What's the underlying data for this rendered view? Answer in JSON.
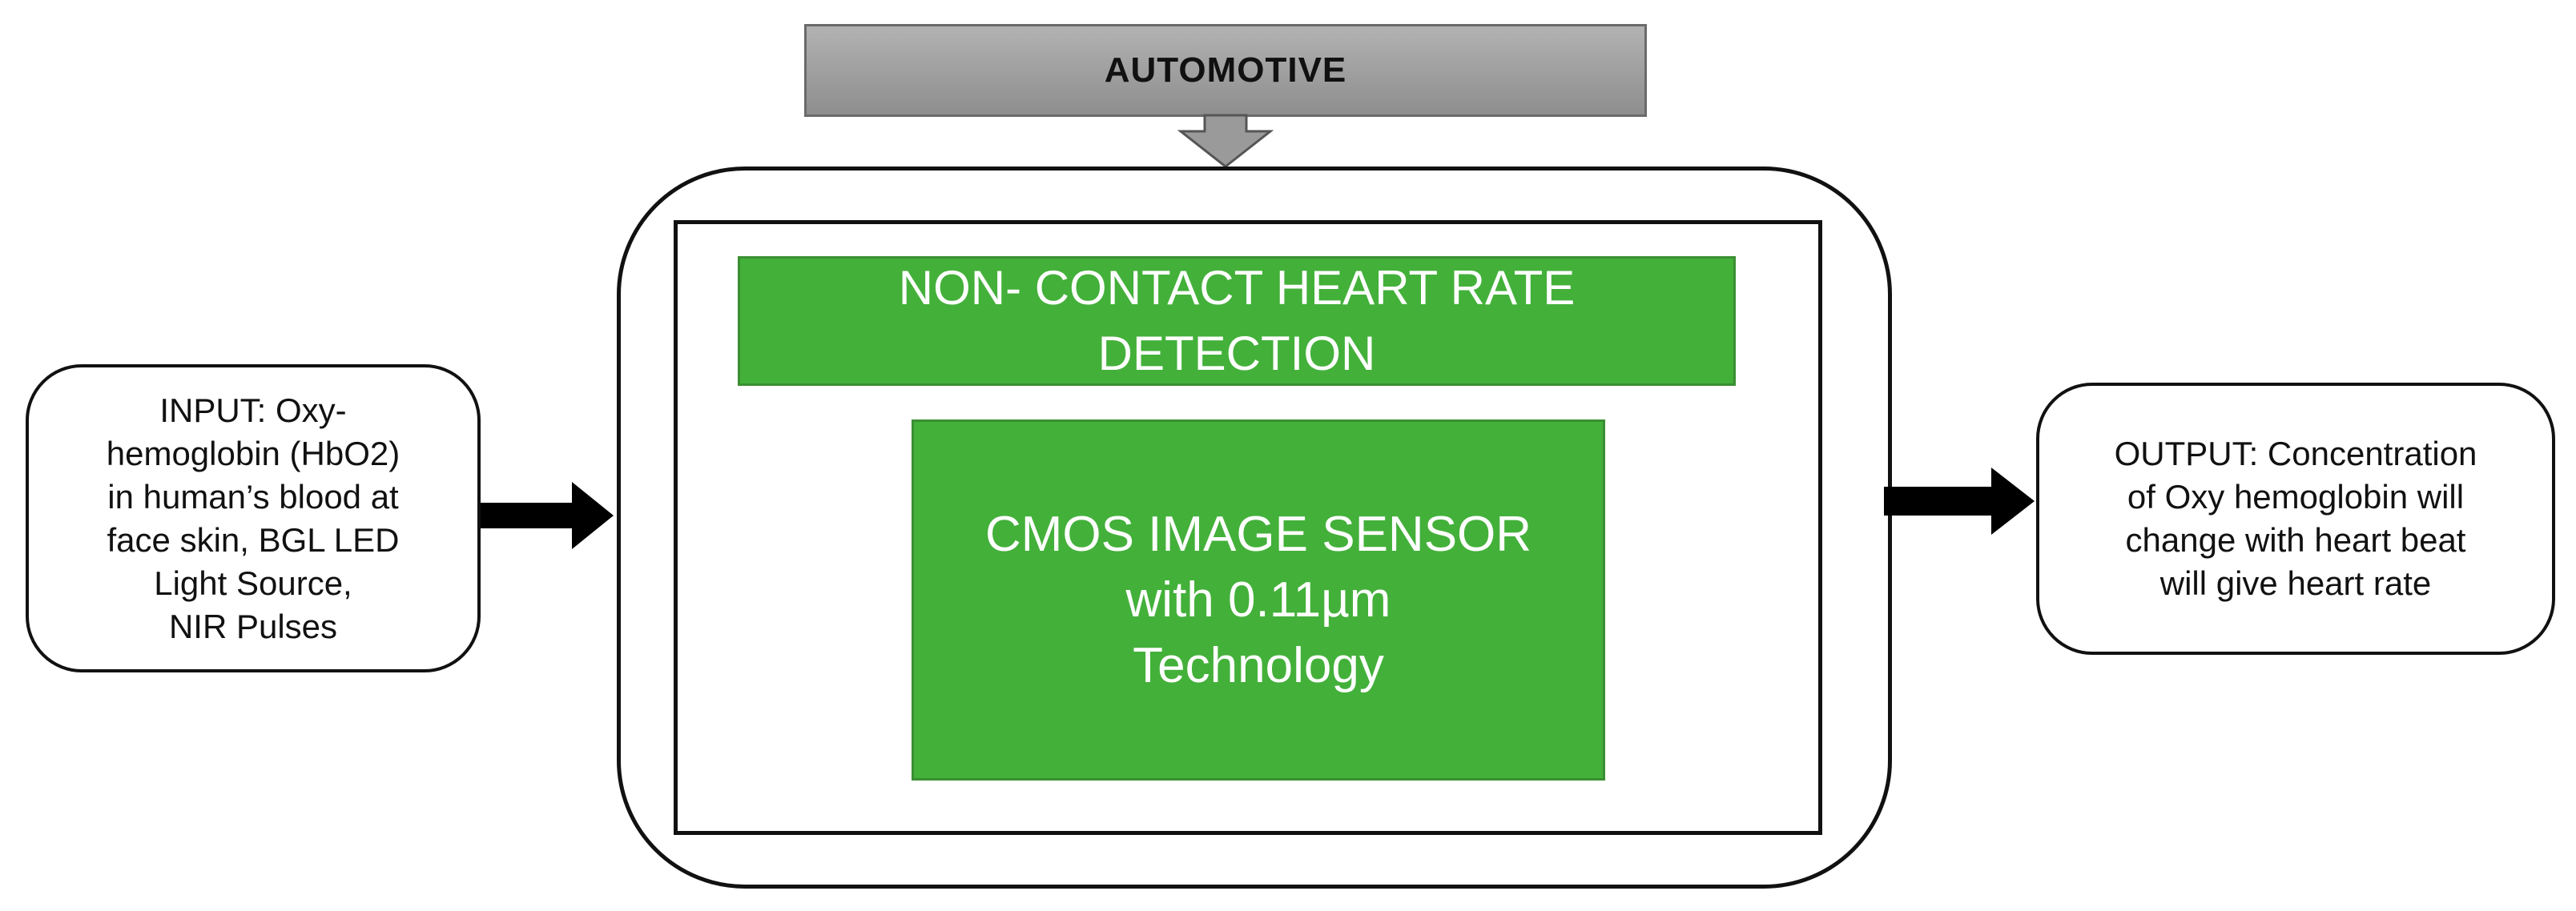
{
  "banner": {
    "label": "AUTOMOTIVE"
  },
  "center": {
    "title": "NON- CONTACT HEART RATE\nDETECTION",
    "sensor": "CMOS IMAGE SENSOR\nwith 0.11µm\nTechnology"
  },
  "input": {
    "text": "INPUT: Oxy-\nhemoglobin (HbO2)\nin human’s blood at\nface skin, BGL LED\nLight Source,\nNIR Pulses"
  },
  "output": {
    "text": "OUTPUT: Concentration\nof Oxy hemoglobin will\nchange with heart beat\nwill give heart rate"
  },
  "colors": {
    "green_box": "#43b03a",
    "banner_gray": "#9c9c9c",
    "arrow": "#000000"
  }
}
